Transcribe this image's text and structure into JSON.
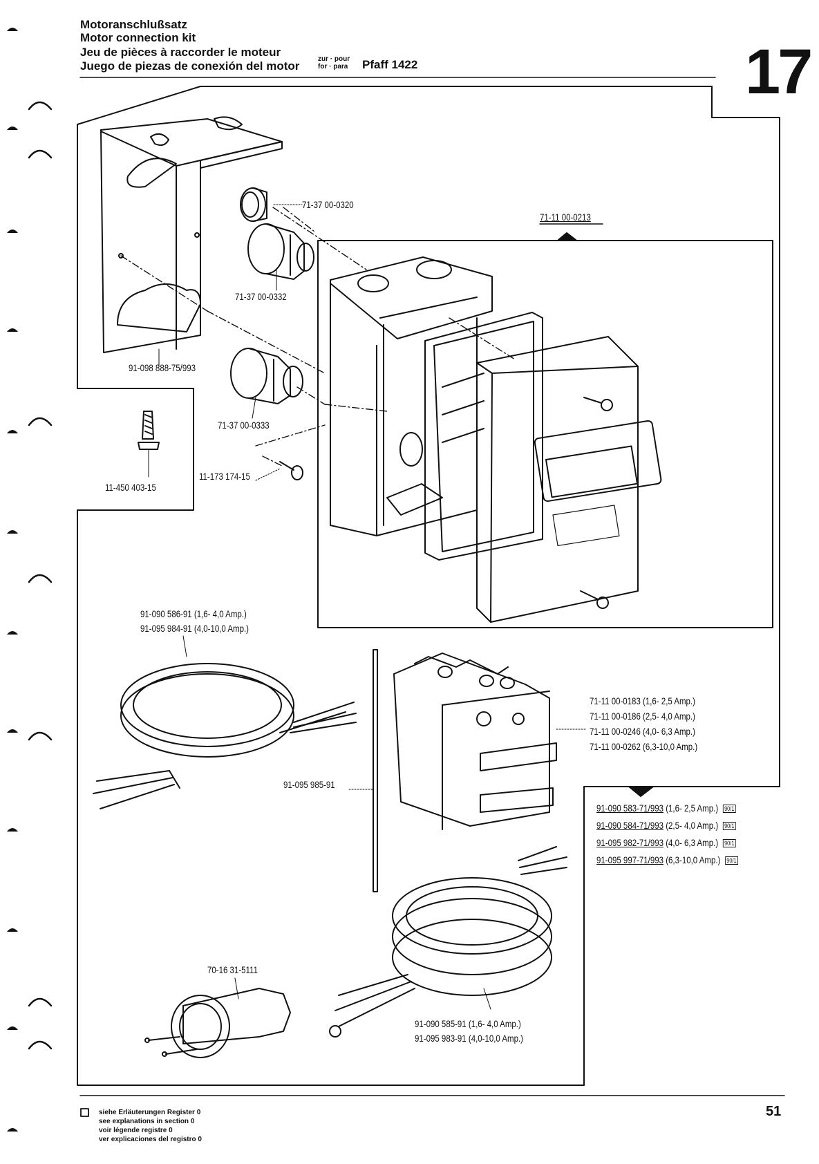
{
  "header": {
    "titles": [
      "Motoranschlußsatz",
      "Motor connection kit",
      "Jeu de pièces à raccorder le moteur",
      "Juego de piezas de conexión del motor"
    ],
    "for_label_1": "zur · pour",
    "for_label_2": "for · para",
    "machine": "Pfaff 1422",
    "section_number": "17"
  },
  "parts": {
    "cap": "71-37 00-0320",
    "gland_1": "71-37 00-0332",
    "bracket": "91-098 888-75/993",
    "gland_2": "71-37 00-0333",
    "wood_screw": "11-450 403-15",
    "screw": "11-173 174-15",
    "housing_ref": "71-11 00-0213",
    "cable_a_1": "91-090 586-91 (1,6- 4,0 Amp.)",
    "cable_a_2": "91-095 984-91 (4,0-10,0 Amp.)",
    "contactor_1": "71-11 00-0183 (1,6- 2,5 Amp.)",
    "contactor_2": "71-11 00-0186 (2,5- 4,0 Amp.)",
    "contactor_3": "71-11 00-0246 (4,0- 6,3 Amp.)",
    "contactor_4": "71-11 00-0262 (6,3-10,0 Amp.)",
    "bridge_rod": "91-095 985-91",
    "kit_1_no": "91-090 583-71/993",
    "kit_1_range": "(1,6- 2,5 Amp.)",
    "kit_2_no": "91-090 584-71/993",
    "kit_2_range": "(2,5- 4,0 Amp.)",
    "kit_3_no": "91-095 982-71/993",
    "kit_3_range": "(4,0- 6,3 Amp.)",
    "kit_4_no": "91-095 997-71/993",
    "kit_4_range": "(6,3-10,0 Amp.)",
    "register_badge": "90/1",
    "plug": "70-16 31-5111",
    "cable_b_1": "91-090 585-91 (1,6- 4,0 Amp.)",
    "cable_b_2": "91-095 983-91 (4,0-10,0 Amp.)"
  },
  "footer": {
    "notes": [
      "siehe Erläuterungen Register 0",
      "see explanations in section 0",
      "voir légende registre 0",
      "ver explicaciones del registro 0"
    ],
    "page_number": "51"
  }
}
